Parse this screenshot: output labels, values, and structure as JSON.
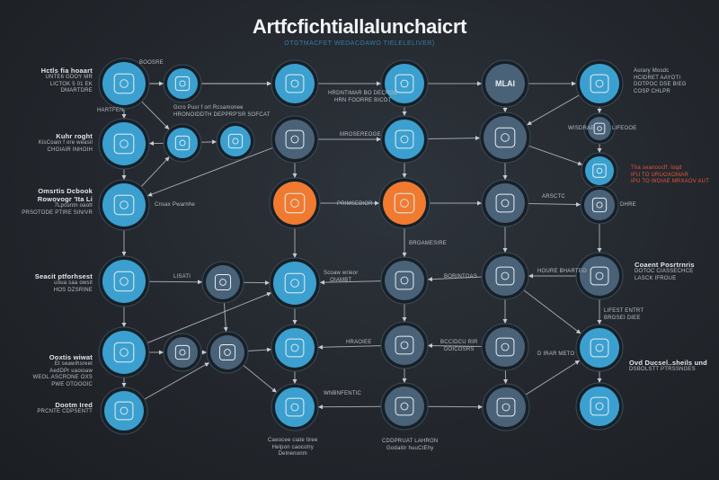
{
  "header": {
    "title": "Artfcfichtiallalunchaicrt",
    "subtitle": "OTGTMACFET WEDACOAWO TIELELELIVER)"
  },
  "colors": {
    "background": "#23272d",
    "node_blue": "#3ba0cf",
    "node_slate": "#4a6278",
    "node_orange": "#f07a30",
    "edge": "#c7ccd2",
    "alert": "#e5553a"
  },
  "node_text": {
    "mlai": "MLAI"
  },
  "labels": {
    "left1": [
      "Hctls fia hoaart",
      "UNTE6 GDOY MR",
      "LICTOK 5 01 EK",
      "DMARTDRE"
    ],
    "left2": [
      "Kuhr roght",
      "KlsCoain f ore weasil",
      "CHOIAIR INHOIH"
    ],
    "left3": [
      "Omsrtis Dcbook",
      "Rowovogr 'Ita Li",
      "7Lpcuntn oaott",
      "PRSOTODE PTIRE SIN/VR"
    ],
    "left4": [
      "Seacit ptforhsest",
      "uoua saa owsit",
      "HOS DZSRINE"
    ],
    "left5": [
      "Ooxtis wiwat",
      "Et seawihsreet",
      "AedDPr uaoioaw",
      "WEOL.ASCRONE OXS",
      "PWE OTOOOIC"
    ],
    "left6": [
      "Dootm Ired",
      "PRCNTE CDPSENTT"
    ],
    "boosre": "BOOSRE",
    "hartfen": "HARTFEN",
    "gcro": [
      "Gcro Pusr f ort Rcsamonee",
      "HRONOIDDTH DEPPRP'SR SOFCAT"
    ],
    "cnsax": "Cnsax Pwarnhe",
    "lisati": "LISATI",
    "scoaw": [
      "Scoaw wrieor",
      "OIAMBT"
    ],
    "hrdnt": [
      "HRDNTIMAR BO DECRGE",
      "HRN FOORRE BICOT"
    ],
    "mroser": "MROSEREOGE",
    "primse": "PRIMSEBIOR",
    "broam": "BROAMESIRE",
    "borint": "BORINTOAS",
    "hraoiee": "HRAOIEE",
    "bccid": [
      "BCCIDCU RIR",
      "DOICOSRS"
    ],
    "wnbn": "WNBNFENTIC",
    "caeocee": [
      "Caeocee ciate tiree",
      "Helpon caocotry",
      "Delnenonm"
    ],
    "cddpr": [
      "CDDPRUAT LAHRON",
      "Godaitir huuCtEhy"
    ],
    "aurary": [
      "Aurary Mosdc",
      "HCIDRET AAYOTI",
      "DOTPOC DSE BIEG",
      "COSP CHLPR"
    ],
    "wisdrae": "WISDRAE",
    "lifeooe": "LIFEOOE",
    "red": [
      "Tha seanoocff. loqd",
      "IFU TO URUOXOMAR",
      "IPU TO WOIAE MRXAOV AUT"
    ],
    "arsctc": "ARSCTC",
    "dhre": "DHRE",
    "houre": "HOURE BHARTEO",
    "coaent": [
      "Coaent Posrtrnris",
      "DOTOC CIASSECHCE",
      "LASCK IFROUE"
    ],
    "lifest": [
      "LIFEST ENTRT",
      "BRGSEI DIEE"
    ],
    "dirar": "D IRAR METO",
    "ovd": [
      "Ovd Ducsel..sheils und",
      "DSBOLSTT PTRSSNGES"
    ]
  }
}
